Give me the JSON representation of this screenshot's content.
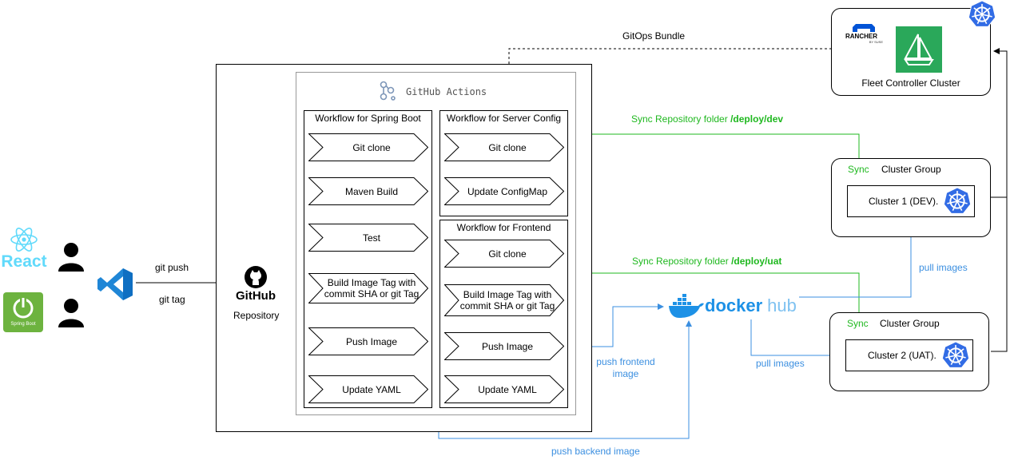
{
  "developers": {
    "react_label": "React",
    "spring_label": "Spring Boot"
  },
  "edges": {
    "git_push": "git push",
    "git_tag": "git tag",
    "gitops_bundle": "GitOps Bundle",
    "sync_dev_prefix": "Sync Repository folder ",
    "sync_dev_path": "/deploy/dev",
    "sync_uat_prefix": "Sync Repository folder ",
    "sync_uat_path": "/deploy/uat",
    "pull_images_1": "pull images",
    "pull_images_2": "pull images",
    "push_frontend": "push frontend\nimage",
    "push_backend": "push backend image"
  },
  "repository": {
    "logo_text": "GitHub",
    "label": "Repository"
  },
  "github_actions": {
    "title": "GitHub Actions"
  },
  "workflows": {
    "spring_boot": {
      "title": "Workflow for Spring Boot",
      "steps": [
        "Git clone",
        "Maven Build",
        "Test",
        "Build Image Tag with commit SHA or git Tag",
        "Push Image",
        "Update YAML"
      ]
    },
    "server_config": {
      "title": "Workflow for Server Config",
      "steps": [
        "Git clone",
        "Update ConfigMap"
      ]
    },
    "frontend": {
      "title": "Workflow for Frontend",
      "steps": [
        "Git clone",
        "Build Image Tag with commit SHA or git Tag",
        "Push Image",
        "Update YAML"
      ]
    }
  },
  "dockerhub": {
    "logo_text_1": "docker",
    "logo_text_2": "hub"
  },
  "fleet": {
    "rancher_text": "RANCHER",
    "rancher_sub": "BY SUSE",
    "label": "Fleet Controller Cluster"
  },
  "cluster_group_dev": {
    "sync": "Sync",
    "title": "Cluster Group",
    "cluster": "Cluster 1 (DEV)."
  },
  "cluster_group_uat": {
    "sync": "Sync",
    "title": "Cluster Group",
    "cluster": "Cluster 2 (UAT)."
  },
  "colors": {
    "green": "#1fb81f",
    "blue": "#3b8fe0",
    "k8s_blue": "#326ce5",
    "react_blue": "#61dafb",
    "vscode_blue": "#1f86d6",
    "spring_green": "#6db33f",
    "fleet_green": "#2aa85a",
    "docker_blue": "#1d91e6"
  }
}
